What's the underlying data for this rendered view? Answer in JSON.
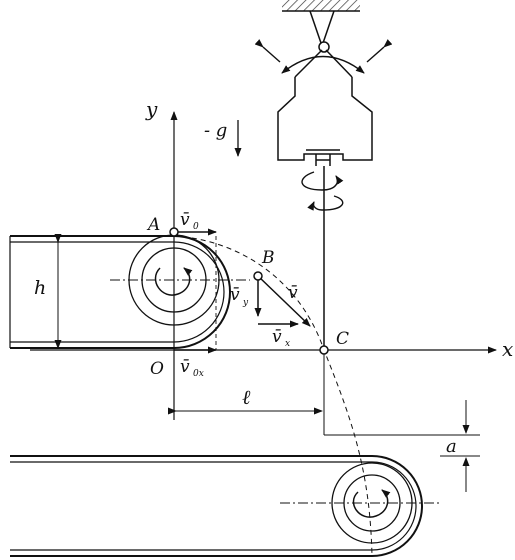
{
  "labels": {
    "y_axis": "y",
    "x_axis": "x",
    "gravity": "- g",
    "point_A": "A",
    "point_B": "B",
    "point_C": "C",
    "point_O": "O",
    "v0_sub": "0",
    "vy_sub": "y",
    "vx_sub": "x",
    "v0x_sub": "0x",
    "v": "v",
    "v_bar": "v̄",
    "height": "h",
    "length": "ℓ",
    "gap": "a"
  },
  "colors": {
    "ink": "#111111",
    "hatch": "#333333",
    "background": "#ffffff"
  }
}
